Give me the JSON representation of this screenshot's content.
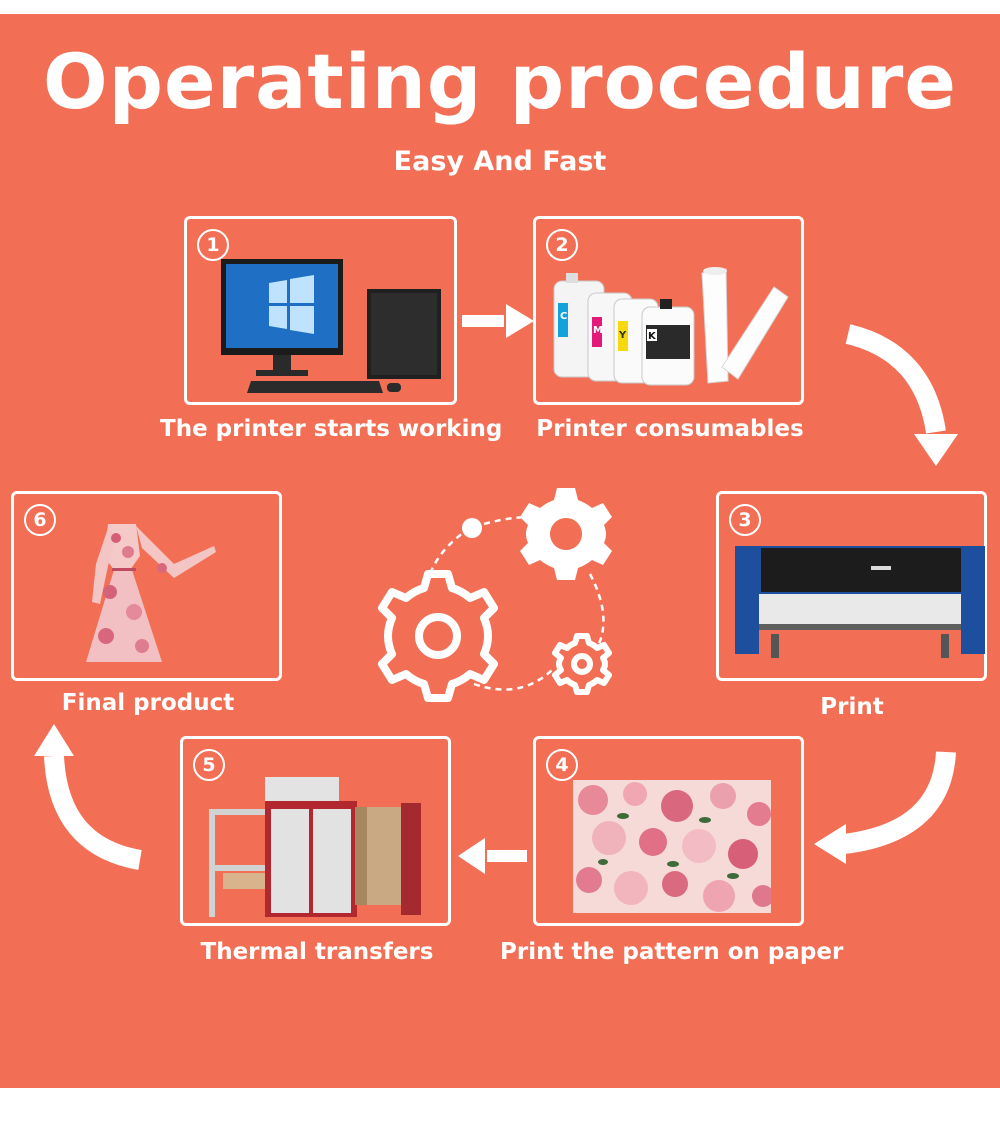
{
  "header": {
    "title": "Operating procedure",
    "subtitle": "Easy And Fast"
  },
  "colors": {
    "background": "#f26f55",
    "foreground": "#ffffff"
  },
  "steps": [
    {
      "number": "1",
      "label": "The printer starts working",
      "icon": "computer-icon"
    },
    {
      "number": "2",
      "label": "Printer consumables",
      "icon": "ink-bottles-and-paper-rolls-icon"
    },
    {
      "number": "3",
      "label": "Print",
      "icon": "large-format-printer-icon"
    },
    {
      "number": "4",
      "label": "Print the pattern on paper",
      "icon": "floral-pattern-icon"
    },
    {
      "number": "5",
      "label": "Thermal transfers",
      "icon": "heat-transfer-machine-icon"
    },
    {
      "number": "6",
      "label": "Final product",
      "icon": "floral-dress-icon"
    }
  ],
  "bottles": [
    "C",
    "M",
    "Y",
    "K"
  ],
  "center_icon": "gears-icon"
}
